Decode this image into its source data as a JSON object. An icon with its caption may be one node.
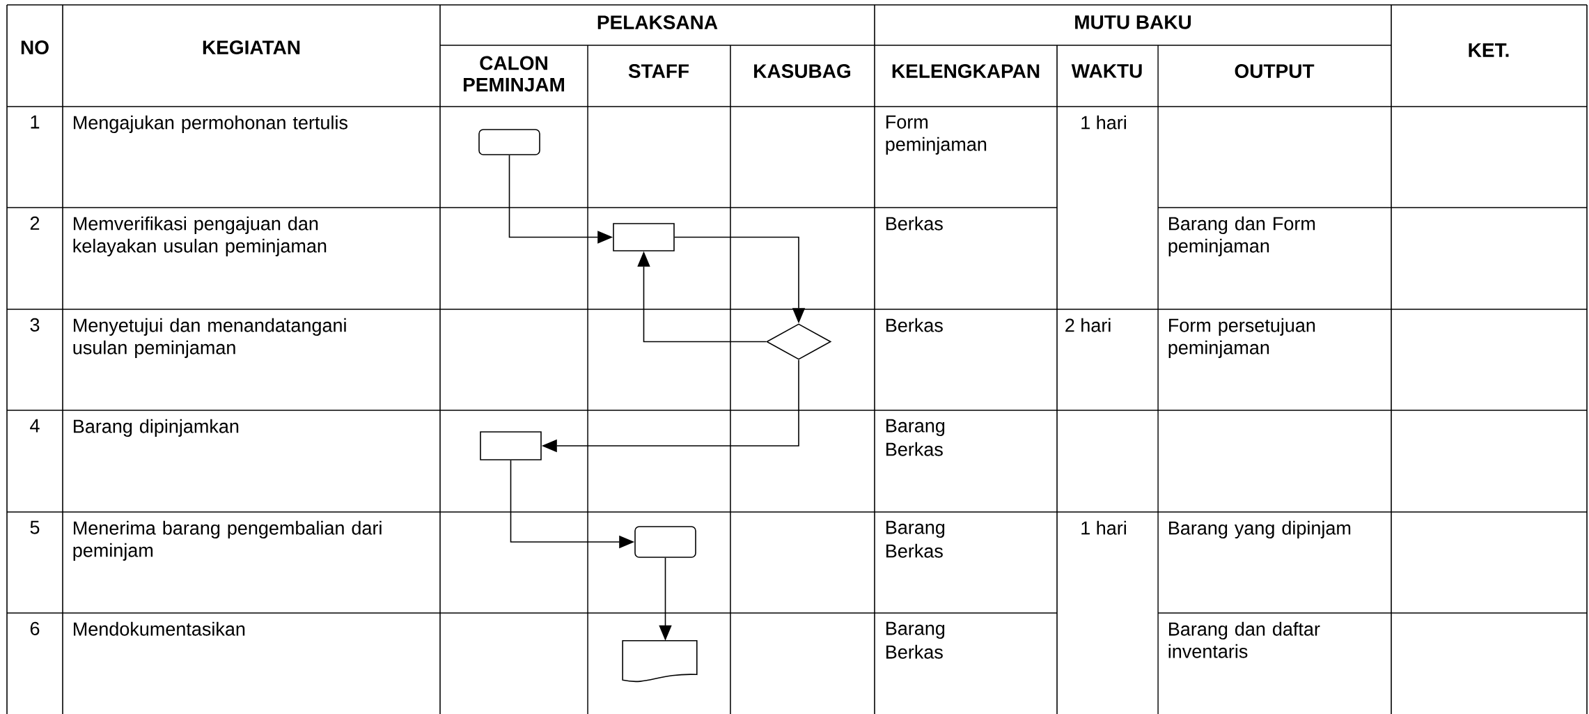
{
  "diagram": {
    "nodes": [
      {
        "text": [],
        "shape": "box"
      },
      {
        "text": [],
        "shape": "box"
      },
      {
        "text": [],
        "shape": "diamond"
      },
      {
        "text": [],
        "shape": "box"
      },
      {
        "text": [],
        "shape": "box"
      },
      {
        "text": [],
        "shape": "document"
      }
    ],
    "edges": [
      {
        "from": 0,
        "to": 1,
        "arrow": "to"
      },
      {
        "from": 1,
        "to": 2,
        "arrow": "to"
      },
      {
        "from": 2,
        "to": 1,
        "arrow": "to"
      },
      {
        "from": 2,
        "to": 3,
        "arrow": "to"
      },
      {
        "from": 3,
        "to": 4,
        "arrow": "to"
      },
      {
        "from": 4,
        "to": 5,
        "arrow": "to"
      }
    ],
    "labels": [
      "NO",
      "KEGIATAN",
      "PELAKSANA",
      "MUTU BAKU",
      "KET.",
      "CALON PEMINJAM",
      "STAFF",
      "KASUBAG",
      "KELENGKAPAN",
      "WAKTU",
      "OUTPUT",
      "1",
      "Mengajukan permohonan tertulis",
      "Form peminjaman",
      "1 hari",
      "2",
      "Memverifikasi pengajuan dan kelayakan usulan peminjaman",
      "Berkas",
      "Barang dan Form peminjaman",
      "3",
      "Menyetujui dan menandatangani usulan peminjaman",
      "Berkas",
      "2 hari",
      "Form persetujuan peminjaman",
      "4",
      "Barang dipinjamkan",
      "Barang",
      "Berkas",
      "5",
      "Menerima barang pengembalian dari peminjam",
      "Barang",
      "Berkas",
      "1 hari",
      "Barang yang dipinjam",
      "6",
      "Mendokumentasikan",
      "Barang",
      "Berkas",
      "Barang dan daftar inventaris"
    ]
  }
}
